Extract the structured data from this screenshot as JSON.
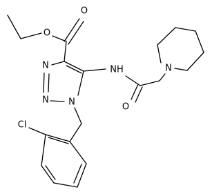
{
  "molecule": {
    "atoms": {
      "o_ester_single": "O",
      "o_carbonyl_top": "O",
      "n_triazole_1": "N",
      "n_triazole_2": "N",
      "n_triazole_3": "N",
      "nh_amide": "NH",
      "o_amide": "O",
      "n_piperidine": "N",
      "cl": "Cl"
    },
    "colors": {
      "bond": "#000000",
      "label": "#000000",
      "background": "#ffffff"
    }
  }
}
